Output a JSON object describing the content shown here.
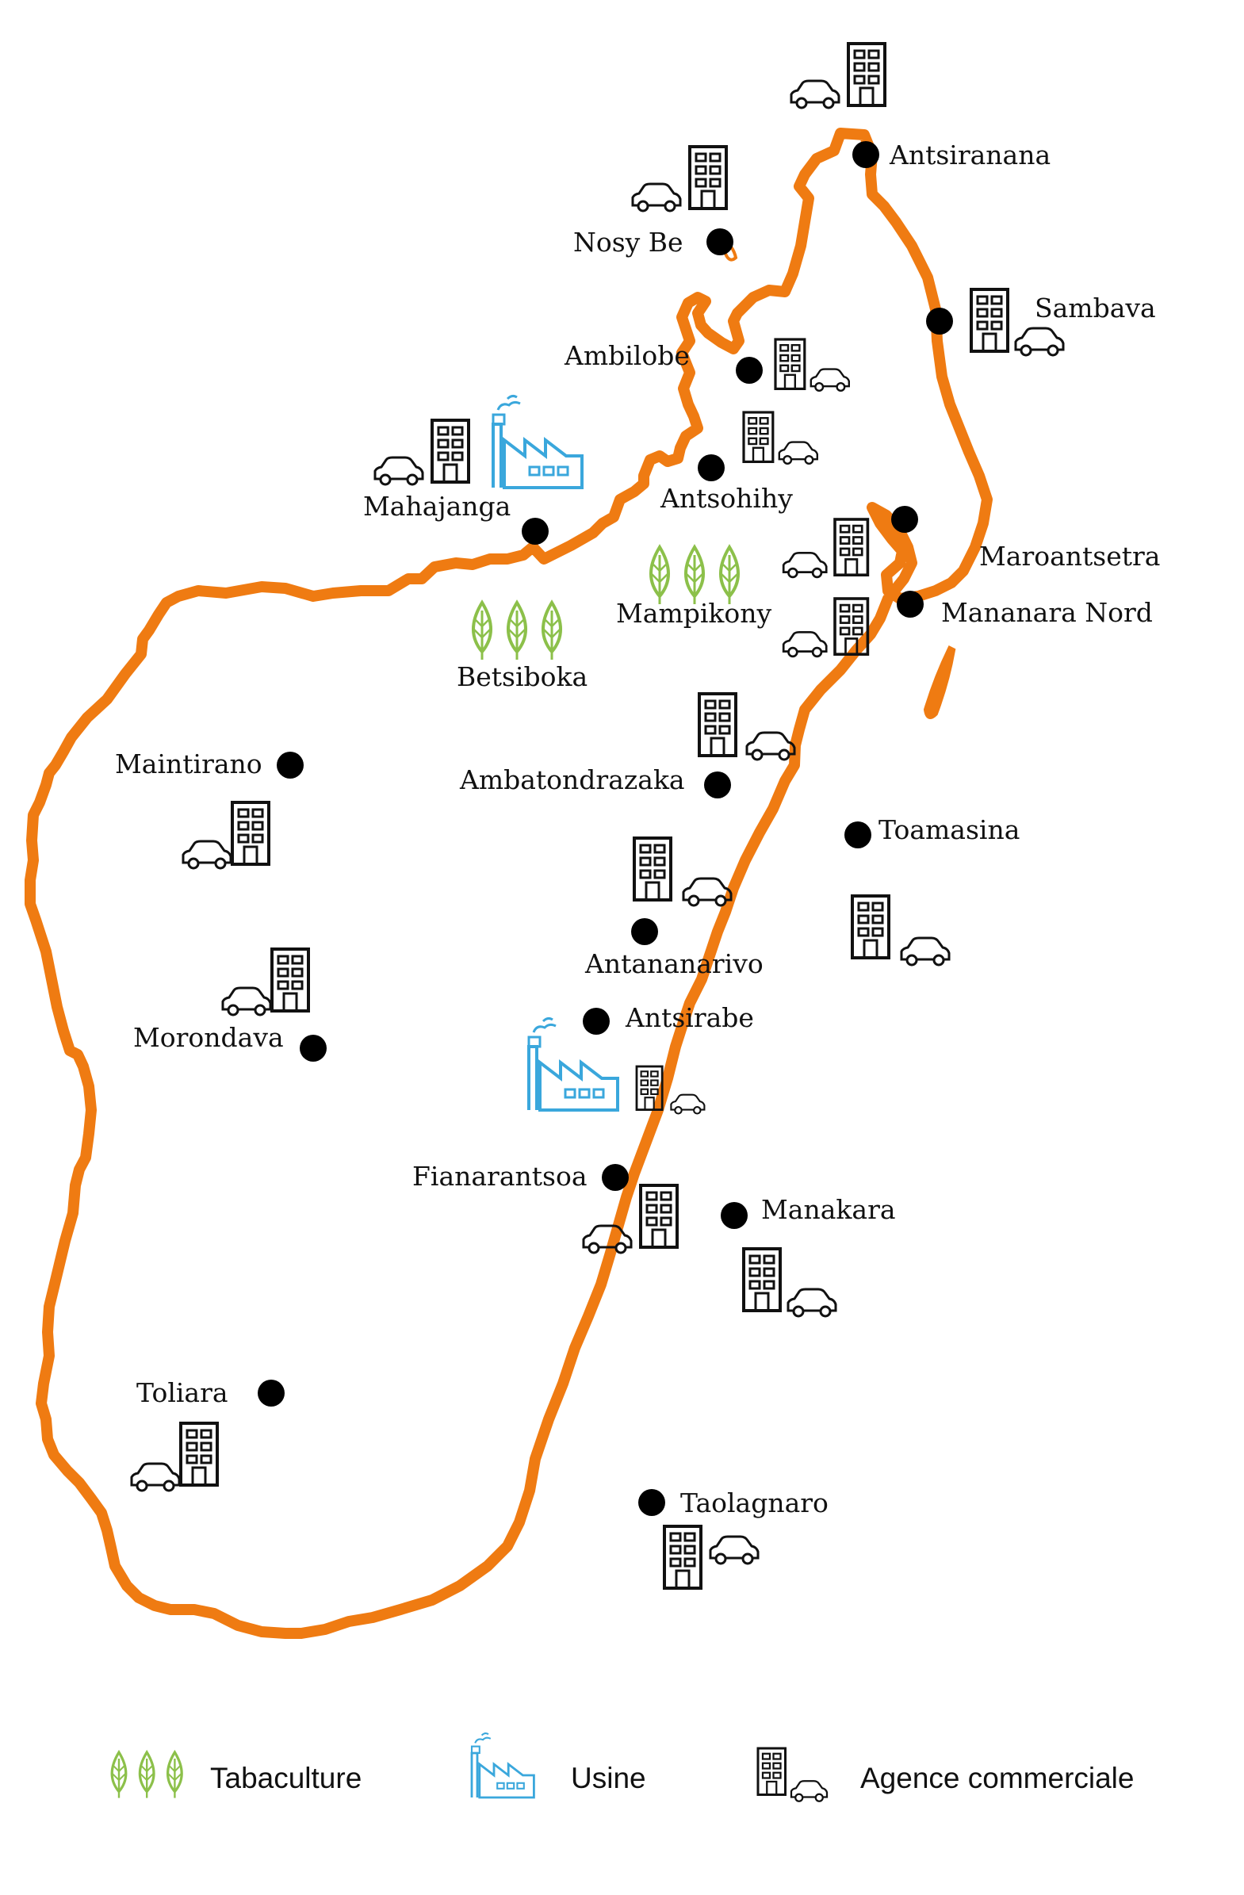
{
  "colors": {
    "outline": "#ef7b12",
    "dot": "#000000",
    "tobacco": "#8cc04a",
    "factory": "#3aa7dc",
    "agency": "#111111"
  },
  "cities": [
    {
      "name": "Antsiranana"
    },
    {
      "name": "Nosy Be"
    },
    {
      "name": "Sambava"
    },
    {
      "name": "Ambilobe"
    },
    {
      "name": "Mahajanga"
    },
    {
      "name": "Antsohihy"
    },
    {
      "name": "Maroantsetra"
    },
    {
      "name": "Mananara Nord"
    },
    {
      "name": "Maintirano"
    },
    {
      "name": "Ambatondrazaka"
    },
    {
      "name": "Toamasina"
    },
    {
      "name": "Antananarivo"
    },
    {
      "name": "Antsirabe"
    },
    {
      "name": "Morondava"
    },
    {
      "name": "Fianarantsoa"
    },
    {
      "name": "Manakara"
    },
    {
      "name": "Toliara"
    },
    {
      "name": "Taolagnaro"
    }
  ],
  "regions": [
    {
      "name": "Betsiboka",
      "icon": "tobacco-icon"
    },
    {
      "name": "Mampikony",
      "icon": "tobacco-icon"
    }
  ],
  "legend": [
    {
      "label": "Tabaculture",
      "icon": "tobacco-icon"
    },
    {
      "label": "Usine",
      "icon": "factory-icon"
    },
    {
      "label": "Agence commerciale",
      "icon": "agency-icon"
    }
  ]
}
